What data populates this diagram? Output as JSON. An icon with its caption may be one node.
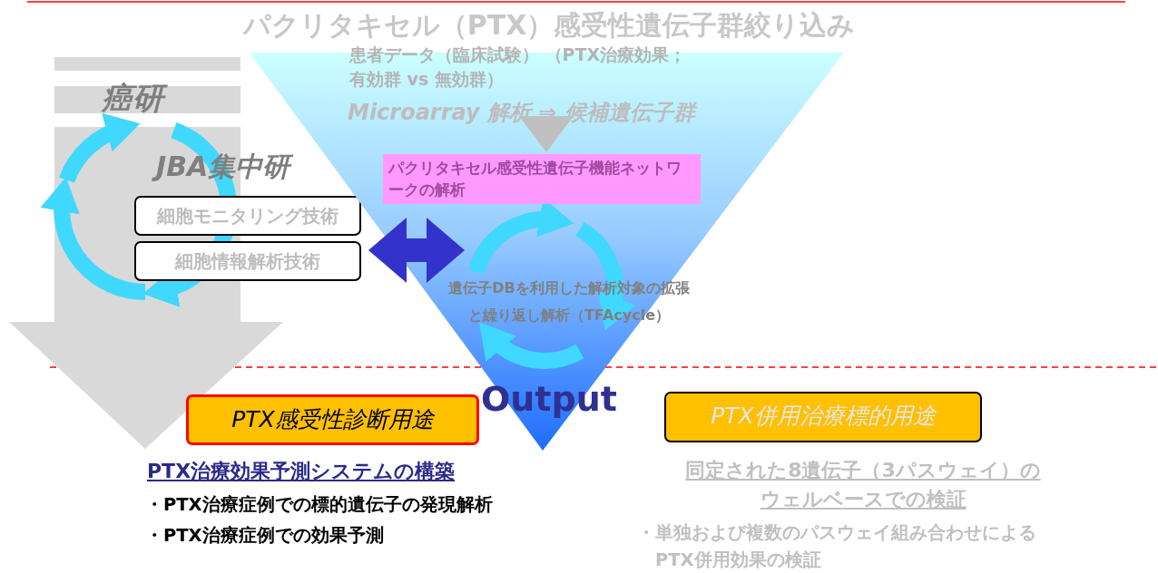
{
  "diagram": {
    "title": "パクリタキセル（PTX）感受性遺伝子群絞り込み",
    "nodes": [
      {
        "text": [
          "細胞モニタリング技術"
        ]
      },
      {
        "text": [
          "細胞情報解析技術"
        ]
      },
      {
        "text": [
          "遺伝子DBを利用した解析対象の拡張と繰り返し解析（TFAcycle）",
          "Output"
        ]
      },
      {
        "text": [
          "患者データ（臨床試験） （PTX治療効果；有効群 vs 無効群）"
        ],
        "in": 2
      },
      {
        "text": [
          "Microarray 解析 ⇒ 候補遺伝子群"
        ],
        "in": 2
      },
      {
        "text": [
          "パクリタキセル感受性遺伝子機能ネットワークの解析"
        ],
        "in": 2
      },
      {
        "text": [
          "PTX感受性診断用途"
        ],
        "beside": [
          "PTX治療効果予測システムの構築"
        ]
      },
      {
        "text": [
          "PTX併用治療標的用途"
        ],
        "beside": [
          "同定された8遺伝子（3パスウェイ）のウェルベースでの検証"
        ]
      }
    ],
    "edges": [
      {
        "from": 1,
        "to": 2,
        "arrow": "both",
        "color": "#3333cc"
      },
      {
        "from": 4,
        "to": 5,
        "arrow": "to",
        "color": "#c0c0c0"
      }
    ],
    "labels": [
      "癌研",
      "JBA集中研",
      "・PTX治療症例での標的遺伝子の発現解析",
      "・PTX治療症例での効果予測",
      "・単独および複数のパスウェイ組み合わせによるPTX併用効果の検証"
    ]
  }
}
